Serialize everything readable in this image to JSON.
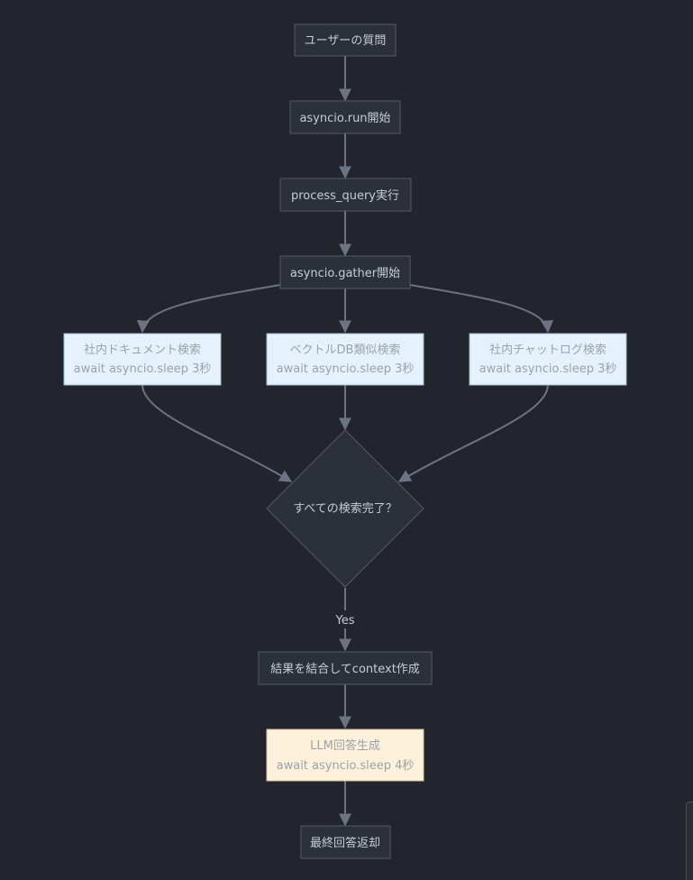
{
  "flowchart": {
    "nodes": {
      "user_question": "ユーザーの質問",
      "asyncio_run": "asyncio.run開始",
      "process_query": "process_query実行",
      "gather": "asyncio.gather開始",
      "doc_search_title": "社内ドキュメント検索",
      "doc_search_sleep": "await asyncio.sleep 3秒",
      "vector_search_title": "ベクトルDB類似検索",
      "vector_search_sleep": "await asyncio.sleep 3秒",
      "chat_search_title": "社内チャットログ検索",
      "chat_search_sleep": "await asyncio.sleep 3秒",
      "decision": "すべての検索完了？",
      "combine": "結果を結合してcontext作成",
      "llm_title": "LLM回答生成",
      "llm_sleep": "await asyncio.sleep 4秒",
      "final": "最終回答返却"
    },
    "edge_labels": {
      "yes": "Yes"
    },
    "colors": {
      "background": "#22252d",
      "node_fill": "#2c3039",
      "search_fill": "#e6f2fb",
      "llm_fill": "#fdf1db",
      "edge": "#6b7385",
      "text": "#c8ccd4"
    }
  }
}
